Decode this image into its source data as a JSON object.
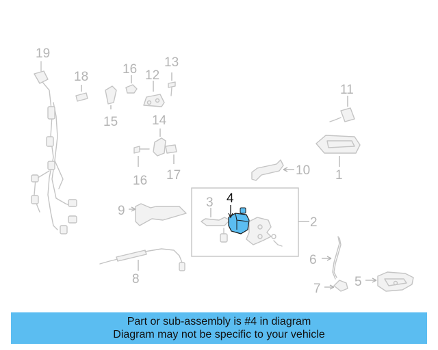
{
  "callouts": {
    "c1": "1",
    "c2": "2",
    "c3": "3",
    "c4": "4",
    "c5": "5",
    "c6": "6",
    "c7": "7",
    "c8": "8",
    "c9": "9",
    "c10": "10",
    "c11": "11",
    "c12": "12",
    "c13": "13",
    "c14": "14",
    "c15": "15",
    "c16a": "16",
    "c16b": "16",
    "c17": "17",
    "c18": "18",
    "c19": "19"
  },
  "highlight": {
    "part": "4",
    "color": "#5bbdf1"
  },
  "banner": {
    "line1": "Part or sub-assembly is #4 in diagram",
    "line2": "Diagram may not be specific to your vehicle",
    "background": "#5bbdf1"
  }
}
